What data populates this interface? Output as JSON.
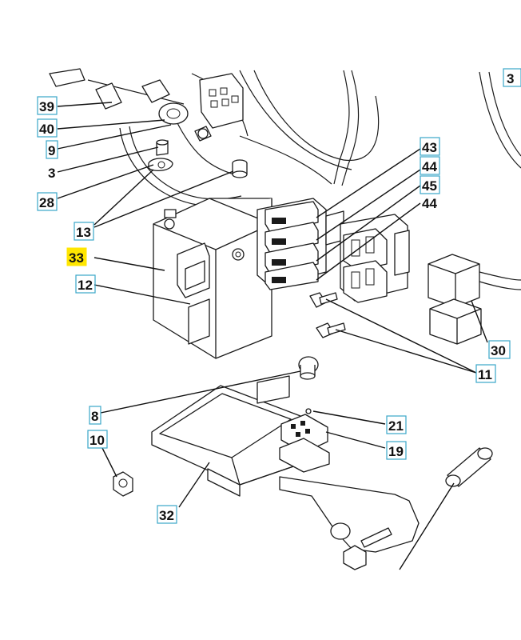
{
  "diagram": {
    "highlighted_part": "33",
    "callouts": [
      {
        "id": "c39",
        "label": "39"
      },
      {
        "id": "c40",
        "label": "40"
      },
      {
        "id": "c9",
        "label": "9"
      },
      {
        "id": "c3a",
        "label": "3"
      },
      {
        "id": "c28",
        "label": "28"
      },
      {
        "id": "c13",
        "label": "13"
      },
      {
        "id": "c33",
        "label": "33"
      },
      {
        "id": "c12",
        "label": "12"
      },
      {
        "id": "c3b",
        "label": "3"
      },
      {
        "id": "c43",
        "label": "43"
      },
      {
        "id": "c44a",
        "label": "44"
      },
      {
        "id": "c45",
        "label": "45"
      },
      {
        "id": "c44b",
        "label": "44"
      },
      {
        "id": "c30",
        "label": "30"
      },
      {
        "id": "c11",
        "label": "11"
      },
      {
        "id": "c8",
        "label": "8"
      },
      {
        "id": "c21",
        "label": "21"
      },
      {
        "id": "c10",
        "label": "10"
      },
      {
        "id": "c19",
        "label": "19"
      },
      {
        "id": "c32",
        "label": "32"
      }
    ]
  }
}
